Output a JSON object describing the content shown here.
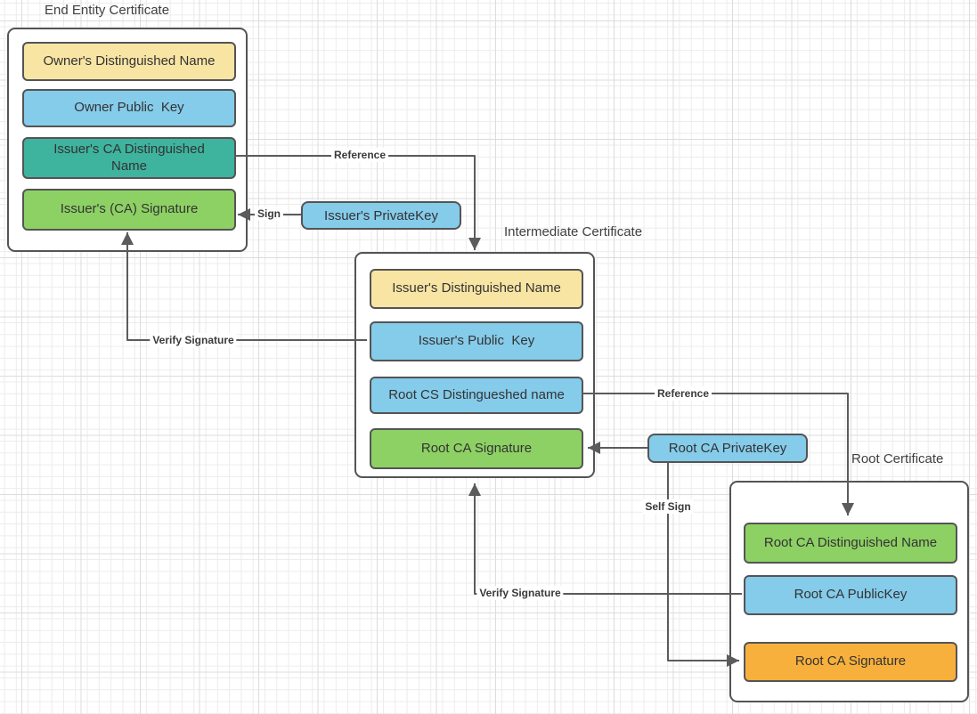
{
  "colors": {
    "canvas_bg": "#ffffff",
    "stroke": "#545454",
    "connector": "#5b5b5b",
    "text": "#333333",
    "title": "#3f3f3f",
    "yellow": "#f8e5a4",
    "blue": "#85cbea",
    "teal": "#3eb39e",
    "green": "#8dd164",
    "orange": "#f8b03d"
  },
  "groups": {
    "end_entity": {
      "title": "End Entity Certificate",
      "fields": [
        {
          "label": "Owner's Distinguished Name",
          "color": "yellow"
        },
        {
          "label": "Owner Public  Key",
          "color": "blue"
        },
        {
          "label": "Issuer's CA Distinguished Name",
          "color": "teal"
        },
        {
          "label": "Issuer's (CA) Signature",
          "color": "green"
        }
      ]
    },
    "intermediate": {
      "title": "Intermediate Certificate",
      "fields": [
        {
          "label": "Issuer's Distinguished Name",
          "color": "yellow"
        },
        {
          "label": "Issuer's Public  Key",
          "color": "blue"
        },
        {
          "label": "Root CS Distingueshed name",
          "color": "blue"
        },
        {
          "label": "Root CA Signature",
          "color": "green"
        }
      ]
    },
    "root": {
      "title": "Root Certificate",
      "fields": [
        {
          "label": "Root CA Distinguished Name",
          "color": "green"
        },
        {
          "label": "Root CA PublicKey",
          "color": "blue"
        },
        {
          "label": "Root CA Signature",
          "color": "orange"
        }
      ]
    }
  },
  "keys": {
    "issuer_private_key": {
      "label": "Issuer's PrivateKey",
      "color": "blue"
    },
    "root_private_key": {
      "label": "Root CA PrivateKey",
      "color": "blue"
    }
  },
  "connector_labels": {
    "reference_1": "Reference",
    "sign": "Sign",
    "verify_signature_1": "Verify Signature",
    "reference_2": "Reference",
    "self_sign": "Self Sign",
    "verify_signature_2": "Verify Signature"
  }
}
